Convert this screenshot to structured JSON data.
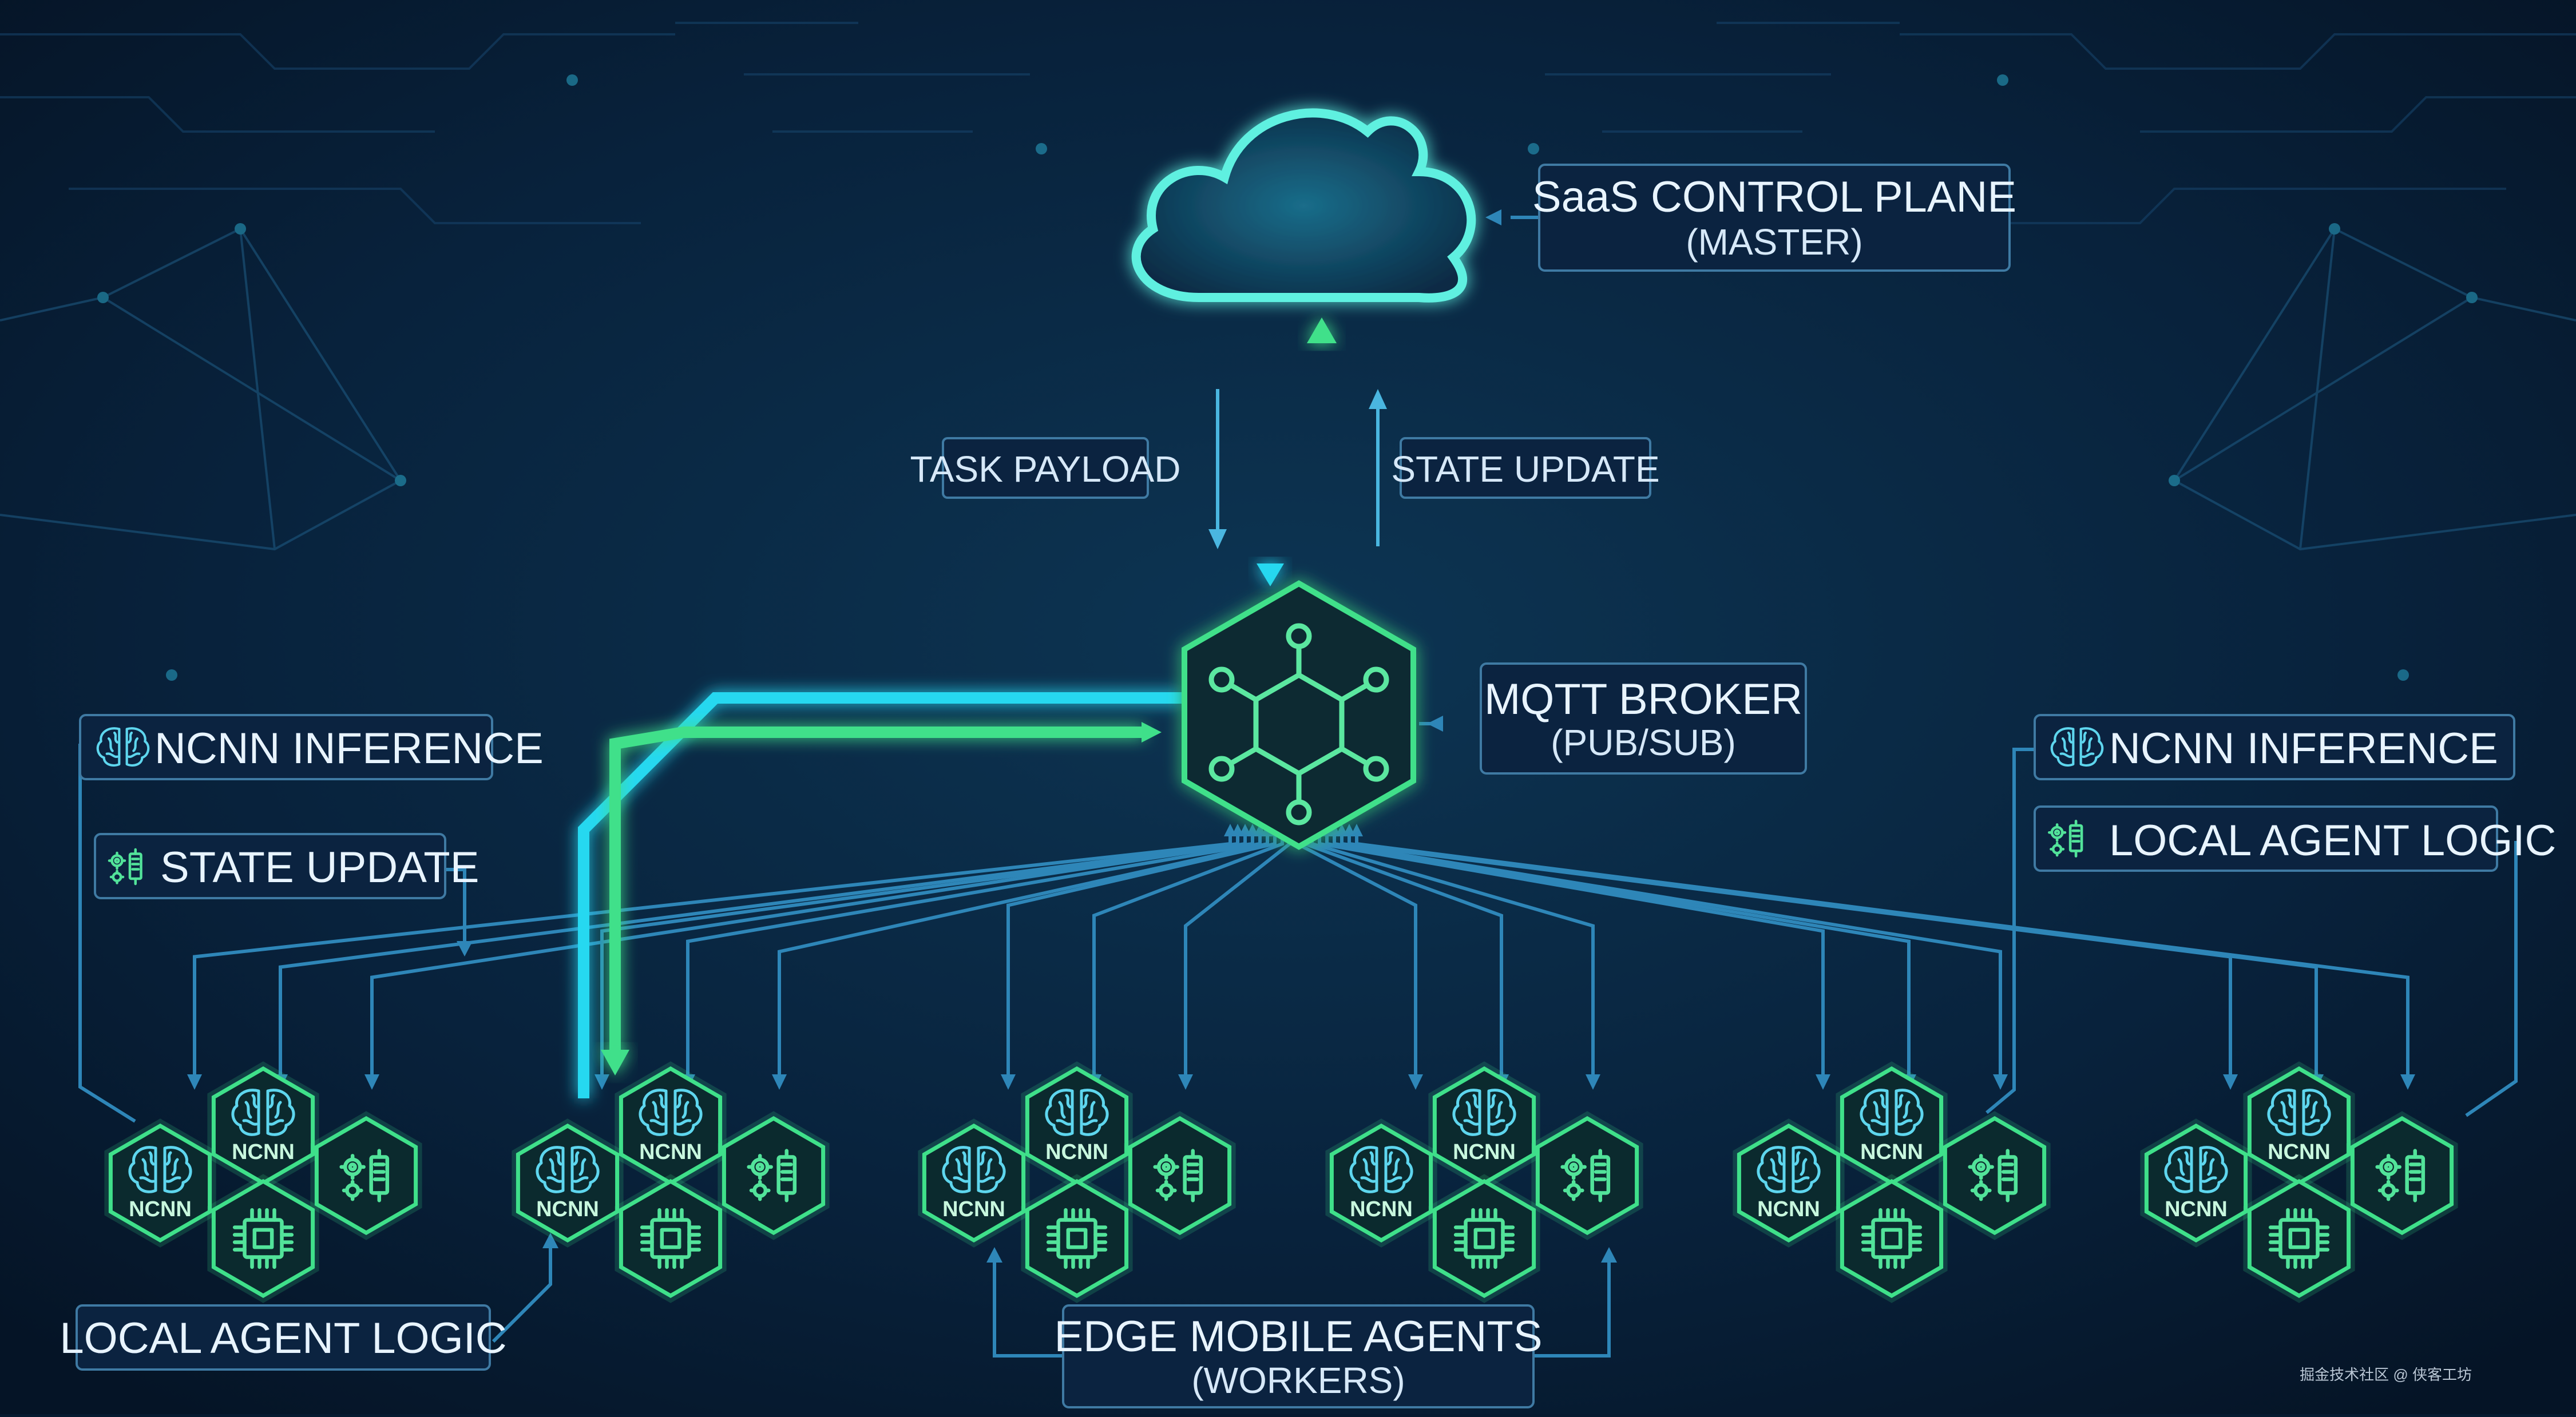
{
  "cloud": {
    "title": "SaaS CONTROL PLANE",
    "subtitle": "(MASTER)"
  },
  "flows": {
    "down_label": "TASK PAYLOAD",
    "up_label": "STATE UPDATE"
  },
  "broker": {
    "title": "MQTT BROKER",
    "subtitle": "(PUB/SUB)"
  },
  "left_callouts": {
    "inference": "NCNN INFERENCE",
    "state_update": "STATE UPDATE",
    "agent_logic": "LOCAL AGENT LOGIC"
  },
  "right_callouts": {
    "inference": "NCNN INFERENCE",
    "agent_logic": "LOCAL AGENT LOGIC"
  },
  "workers": {
    "title": "EDGE MOBILE AGENTS",
    "subtitle": "(WORKERS)"
  },
  "cluster_label": "NCNN",
  "cluster_count": 6,
  "watermark": "掘金技术社区 @ 侠客工坊",
  "colors": {
    "background": "#061a30",
    "cloud_glow": "#40e0e8",
    "cyan_flow": "#28d8f0",
    "green_flow": "#3fe08a",
    "connector": "#2e86b8",
    "label_border": "#3f7aa3"
  },
  "icons": [
    "cloud-icon",
    "network-hub-icon",
    "brain-icon",
    "chip-icon",
    "gears-circuit-icon"
  ]
}
